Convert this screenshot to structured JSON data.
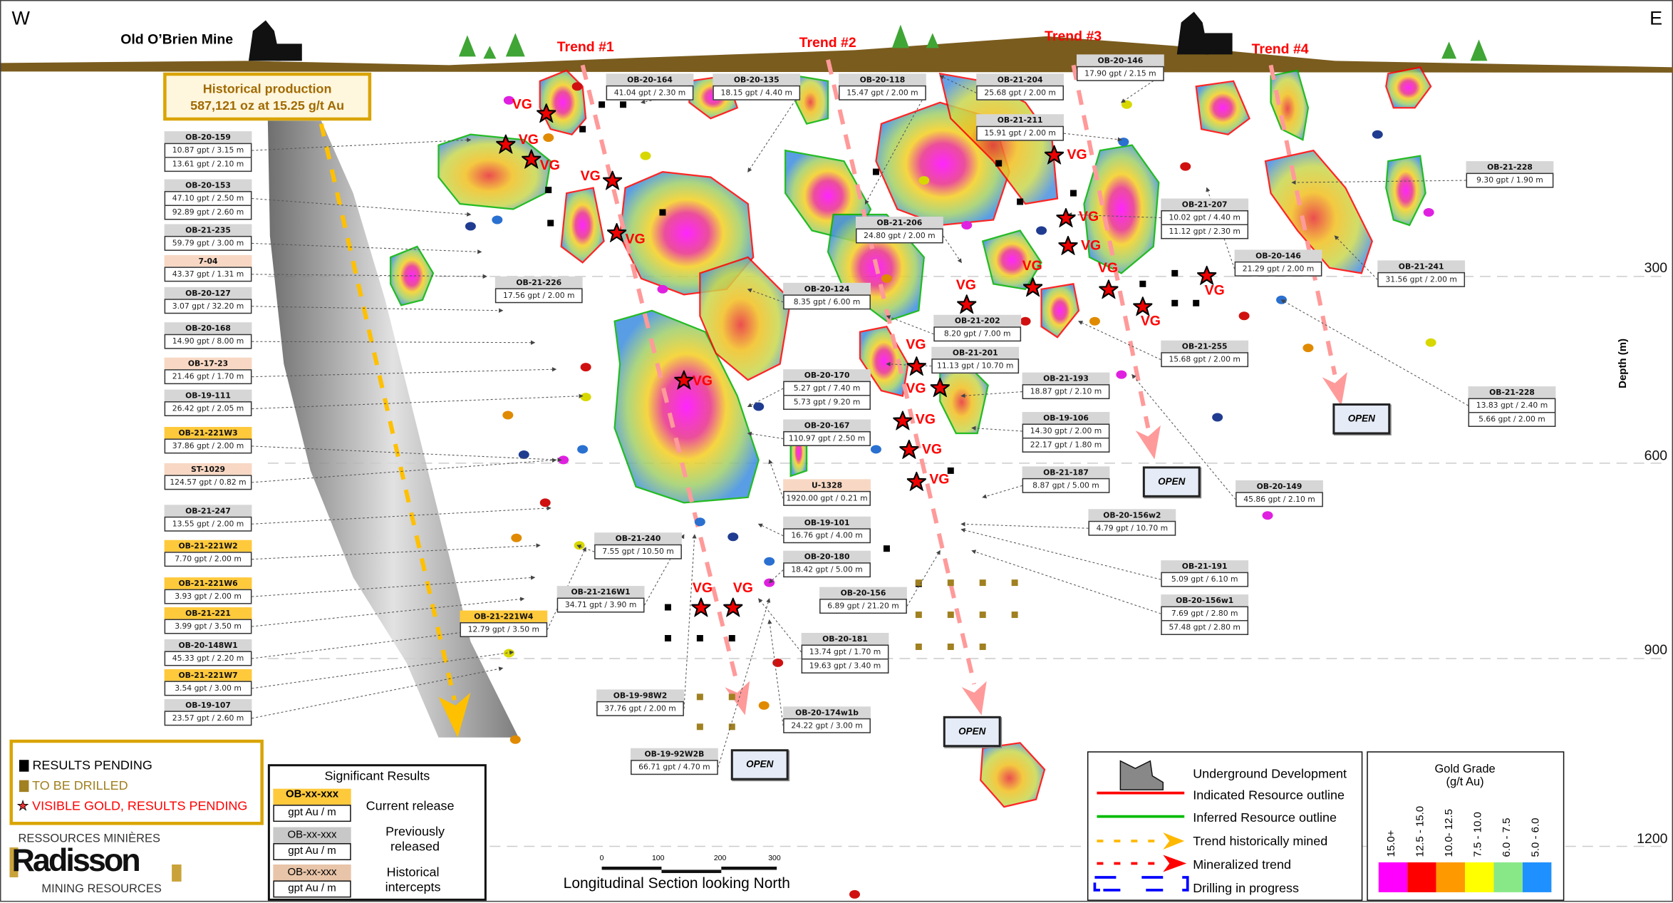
{
  "header": {
    "west": "W",
    "east": "E",
    "mine": "Old O’Brien Mine",
    "trends": [
      "Trend #1",
      "Trend #2",
      "Trend #3",
      "Trend #4"
    ]
  },
  "historical_production": {
    "title": "Historical production",
    "value": "587,121 oz at 15.25 g/t Au"
  },
  "depth_axis": {
    "label": "Depth (m)",
    "ticks": [
      "300",
      "600",
      "900",
      "1200"
    ]
  },
  "vg_label": "VG",
  "open_label": "OPEN",
  "intercepts": [
    {
      "hole": "OB-20-159",
      "type": "previous",
      "results": [
        "10.87 gpt / 3.15 m",
        "13.61 gpt / 2.10 m"
      ]
    },
    {
      "hole": "OB-20-153",
      "type": "previous",
      "results": [
        "47.10 gpt / 2.50 m",
        "92.89 gpt / 2.60 m"
      ]
    },
    {
      "hole": "OB-21-235",
      "type": "previous",
      "results": [
        "59.79 gpt / 3.00 m"
      ]
    },
    {
      "hole": "7-04",
      "type": "historical",
      "results": [
        "43.37 gpt / 1.31 m"
      ]
    },
    {
      "hole": "OB-20-127",
      "type": "previous",
      "results": [
        "3.07 gpt / 32.20 m"
      ]
    },
    {
      "hole": "OB-20-168",
      "type": "previous",
      "results": [
        "14.90 gpt / 8.00 m"
      ]
    },
    {
      "hole": "OB-17-23",
      "type": "historical",
      "results": [
        "21.46 gpt / 1.70 m"
      ]
    },
    {
      "hole": "OB-19-111",
      "type": "previous",
      "results": [
        "26.42 gpt / 2.05 m"
      ]
    },
    {
      "hole": "OB-21-221W3",
      "type": "current",
      "results": [
        "37.86 gpt / 2.00 m"
      ]
    },
    {
      "hole": "ST-1029",
      "type": "historical",
      "results": [
        "124.57 gpt / 0.82 m"
      ]
    },
    {
      "hole": "OB-21-247",
      "type": "previous",
      "results": [
        "13.55 gpt / 2.00 m"
      ]
    },
    {
      "hole": "OB-21-221W2",
      "type": "current",
      "results": [
        "7.70 gpt / 2.00 m"
      ]
    },
    {
      "hole": "OB-21-221W6",
      "type": "current",
      "results": [
        "3.93 gpt / 2.00 m"
      ]
    },
    {
      "hole": "OB-21-221",
      "type": "current",
      "results": [
        "3.99 gpt / 3.50 m"
      ]
    },
    {
      "hole": "OB-20-148W1",
      "type": "previous",
      "results": [
        "45.33 gpt / 2.20 m"
      ]
    },
    {
      "hole": "OB-21-221W7",
      "type": "current",
      "results": [
        "3.54 gpt / 3.00 m"
      ]
    },
    {
      "hole": "OB-19-107",
      "type": "previous",
      "results": [
        "23.57 gpt / 2.60 m"
      ]
    },
    {
      "hole": "OB-21-221W4",
      "type": "current",
      "results": [
        "12.79 gpt / 3.50 m"
      ]
    },
    {
      "hole": "OB-20-164",
      "type": "previous",
      "results": [
        "41.04 gpt / 2.30 m"
      ]
    },
    {
      "hole": "OB-20-135",
      "type": "previous",
      "results": [
        "18.15 gpt / 4.40 m"
      ]
    },
    {
      "hole": "OB-20-118",
      "type": "previous",
      "results": [
        "15.47 gpt / 2.00 m"
      ]
    },
    {
      "hole": "OB-21-204",
      "type": "previous",
      "results": [
        "25.68 gpt / 2.00 m"
      ]
    },
    {
      "hole": "OB-20-146",
      "type": "previous",
      "results": [
        "17.90 gpt / 2.15 m"
      ]
    },
    {
      "hole": "OB-21-211",
      "type": "previous",
      "results": [
        "15.91 gpt / 2.00 m"
      ]
    },
    {
      "hole": "OB-21-206",
      "type": "previous",
      "results": [
        "24.80 gpt / 2.00 m"
      ]
    },
    {
      "hole": "OB-21-207",
      "type": "previous",
      "results": [
        "10.02 gpt / 4.40 m",
        "11.12 gpt / 2.30 m"
      ]
    },
    {
      "hole": "OB-20-146",
      "type": "previous",
      "results": [
        "21.29 gpt / 2.00 m"
      ]
    },
    {
      "hole": "OB-21-228",
      "type": "previous",
      "results": [
        "9.30 gpt / 1.90 m"
      ]
    },
    {
      "hole": "OB-21-241",
      "type": "previous",
      "results": [
        "31.56 gpt / 2.00 m"
      ]
    },
    {
      "hole": "OB-21-226",
      "type": "previous",
      "results": [
        "17.56 gpt / 2.00 m"
      ]
    },
    {
      "hole": "OB-20-124",
      "type": "previous",
      "results": [
        "8.35 gpt / 6.00 m"
      ]
    },
    {
      "hole": "OB-21-202",
      "type": "previous",
      "results": [
        "8.20 gpt / 7.00 m"
      ]
    },
    {
      "hole": "OB-21-201",
      "type": "previous",
      "results": [
        "11.13 gpt / 10.70 m"
      ]
    },
    {
      "hole": "OB-21-255",
      "type": "previous",
      "results": [
        "15.68 gpt / 2.00 m"
      ]
    },
    {
      "hole": "OB-20-170",
      "type": "previous",
      "results": [
        "5.27 gpt / 7.40 m",
        "5.73 gpt / 9.20 m"
      ]
    },
    {
      "hole": "OB-21-193",
      "type": "previous",
      "results": [
        "18.87 gpt / 2.10 m"
      ]
    },
    {
      "hole": "OB-19-106",
      "type": "previous",
      "results": [
        "14.30 gpt / 2.00 m",
        "22.17 gpt / 1.80 m"
      ]
    },
    {
      "hole": "OB-21-228",
      "type": "previous",
      "results": [
        "13.83 gpt / 2.40 m",
        "5.66 gpt / 2.00 m"
      ]
    },
    {
      "hole": "OB-20-167",
      "type": "previous",
      "results": [
        "110.97 gpt / 2.50 m"
      ]
    },
    {
      "hole": "OB-21-187",
      "type": "previous",
      "results": [
        "8.87 gpt / 5.00 m"
      ]
    },
    {
      "hole": "U-1328",
      "type": "historical",
      "results": [
        "1920.00 gpt / 0.21 m"
      ]
    },
    {
      "hole": "OB-20-149",
      "type": "previous",
      "results": [
        "45.86 gpt / 2.10 m"
      ]
    },
    {
      "hole": "OB-20-156w2",
      "type": "previous",
      "results": [
        "4.79 gpt / 10.70 m"
      ]
    },
    {
      "hole": "OB-19-101",
      "type": "previous",
      "results": [
        "16.76 gpt / 4.00 m"
      ]
    },
    {
      "hole": "OB-21-240",
      "type": "previous",
      "results": [
        "7.55 gpt / 10.50 m"
      ]
    },
    {
      "hole": "OB-20-180",
      "type": "previous",
      "results": [
        "18.42 gpt / 5.00 m"
      ]
    },
    {
      "hole": "OB-21-191",
      "type": "previous",
      "results": [
        "5.09 gpt / 6.10 m"
      ]
    },
    {
      "hole": "OB-21-216W1",
      "type": "previous",
      "results": [
        "34.71 gpt / 3.90 m"
      ]
    },
    {
      "hole": "OB-20-156",
      "type": "previous",
      "results": [
        "6.89 gpt / 21.20 m"
      ]
    },
    {
      "hole": "OB-20-156w1",
      "type": "previous",
      "results": [
        "7.69 gpt / 2.80 m",
        "57.48 gpt / 2.80 m"
      ]
    },
    {
      "hole": "OB-20-181",
      "type": "previous",
      "results": [
        "13.74 gpt / 1.70 m",
        "19.63 gpt / 3.40 m"
      ]
    },
    {
      "hole": "OB-19-98W2",
      "type": "previous",
      "results": [
        "37.76 gpt / 2.00 m"
      ]
    },
    {
      "hole": "OB-20-174w1b",
      "type": "previous",
      "results": [
        "24.22 gpt / 3.00 m"
      ]
    },
    {
      "hole": "OB-19-92W2B",
      "type": "previous",
      "results": [
        "66.71 gpt / 4.70 m"
      ]
    }
  ],
  "status_legend": {
    "pending": "RESULTS PENDING",
    "to_drill": "TO BE DRILLED",
    "visible_gold": "VISIBLE GOLD, RESULTS PENDING"
  },
  "significant_results": {
    "title": "Significant Results",
    "sample_hole": "OB-xx-xxx",
    "sample_value": "gpt Au / m",
    "current": "Current release",
    "previous": "Previously released",
    "historical": "Historical intercepts"
  },
  "line_legend": {
    "underground": "Underground Development",
    "indicated": "Indicated Resource outline",
    "inferred": "Inferred Resource outline",
    "historic_trend": "Trend historically mined",
    "mineralized_trend": "Mineralized trend",
    "drilling": "Drilling in progress"
  },
  "gold_grade": {
    "title": "Gold Grade",
    "unit": "(g/t Au)",
    "bins": [
      {
        "label": "15.0+",
        "color": "#ff00ff"
      },
      {
        "label": "12.5 - 15.0",
        "color": "#ff0000"
      },
      {
        "label": "10.0- 12.5",
        "color": "#ff9900"
      },
      {
        "label": "7.5 - 10.0",
        "color": "#ffff00"
      },
      {
        "label": "6.0 - 7.5",
        "color": "#88e888"
      },
      {
        "label": "5.0 - 6.0",
        "color": "#1e90ff"
      }
    ]
  },
  "scale_bar": {
    "ticks": [
      "0",
      "100",
      "200",
      "300"
    ]
  },
  "section_title": "Longitudinal Section looking North",
  "logo": {
    "top": "RESSOURCES MINIÈRES",
    "name": "Radisson",
    "bottom": "MINING RESOURCES"
  },
  "colors": {
    "trend": "#ff9a9a",
    "historic_trend": "#ffc000",
    "indicated": "#ff0000",
    "inferred": "#00b000",
    "current": "#ffc93c",
    "previous": "#d6d6d6",
    "historical": "#f8d8c4"
  }
}
